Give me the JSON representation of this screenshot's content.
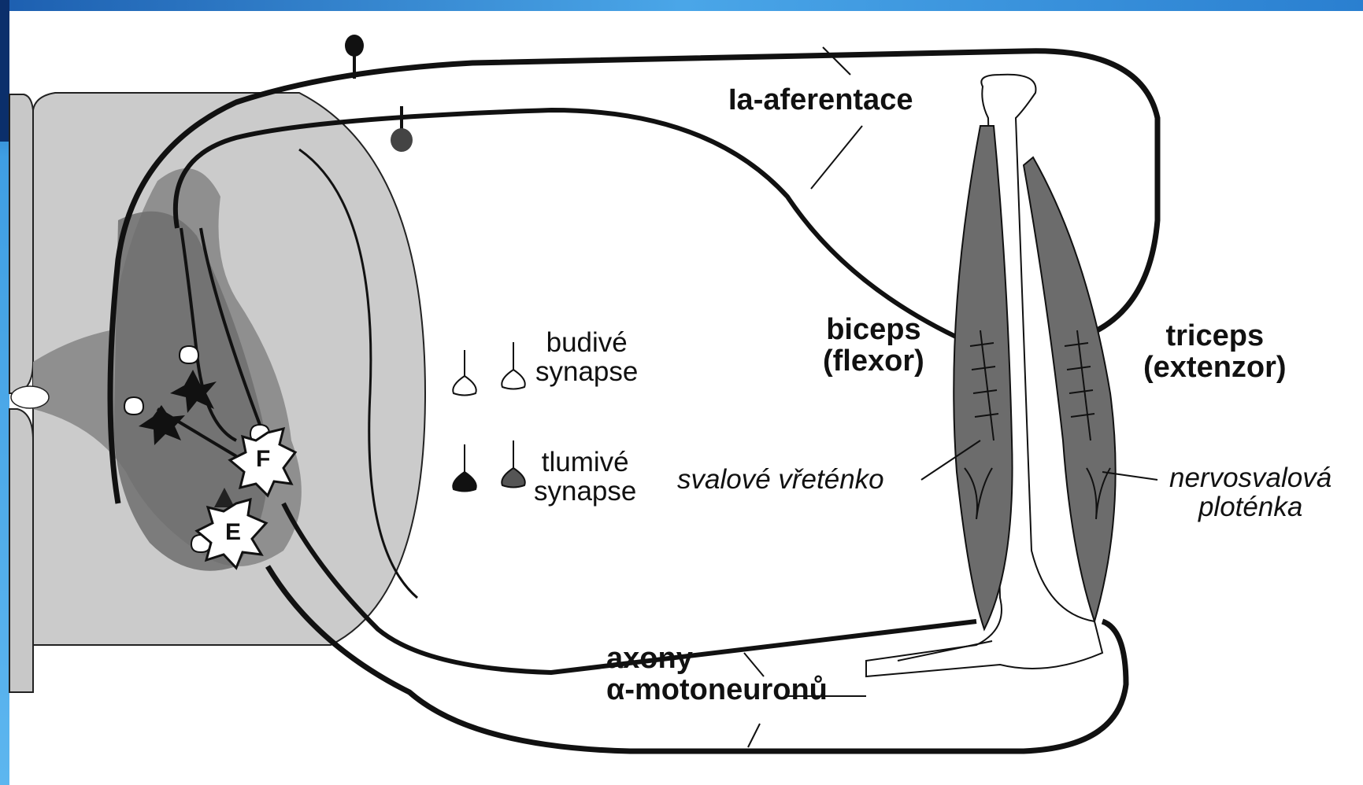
{
  "labels": {
    "ia_afferentation": "Ia-aferentace",
    "biceps": "biceps",
    "biceps_role": "(flexor)",
    "triceps": "triceps",
    "triceps_role": "(extenzor)",
    "excitatory_line1": "budivé",
    "excitatory_line2": "synapse",
    "inhibitory_line1": "tlumivé",
    "inhibitory_line2": "synapse",
    "muscle_spindle": "svalové vřeténko",
    "endplate_line1": "nervosvalová",
    "endplate_line2": "ploténka",
    "axons_line1": "axony",
    "axons_line2": "α-motoneuronů",
    "neuron_f": "F",
    "neuron_e": "E"
  },
  "colors": {
    "frame_blue": "#2a7fd0",
    "grey_matter": "#b9b9b9",
    "dark_grey": "#7a7a7a",
    "line": "#111111"
  }
}
